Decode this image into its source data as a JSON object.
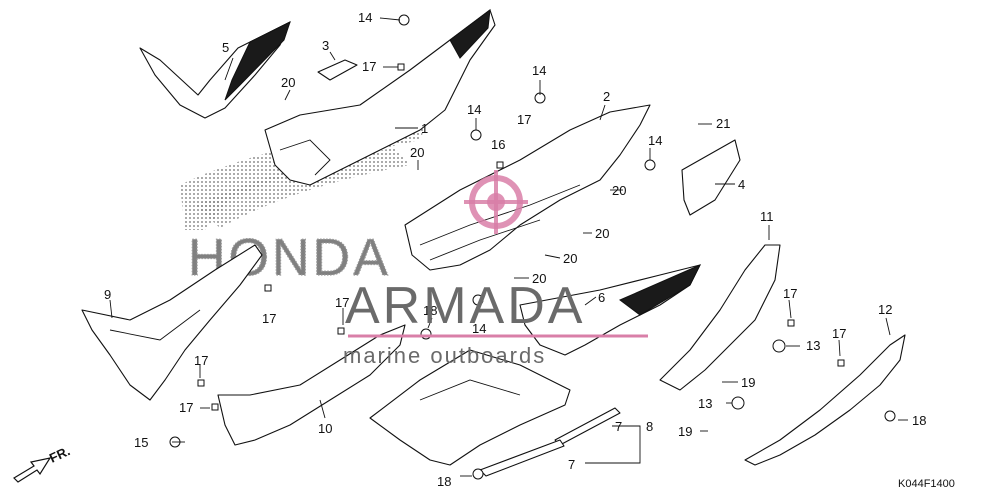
{
  "callouts": [
    {
      "id": "c1",
      "label": "1"
    },
    {
      "id": "c2",
      "label": "2"
    },
    {
      "id": "c3",
      "label": "3"
    },
    {
      "id": "c4",
      "label": "4"
    },
    {
      "id": "c5",
      "label": "5"
    },
    {
      "id": "c6",
      "label": "6"
    },
    {
      "id": "c7a",
      "label": "7"
    },
    {
      "id": "c7b",
      "label": "7"
    },
    {
      "id": "c8",
      "label": "8"
    },
    {
      "id": "c9",
      "label": "9"
    },
    {
      "id": "c10",
      "label": "10"
    },
    {
      "id": "c11",
      "label": "11"
    },
    {
      "id": "c12",
      "label": "12"
    },
    {
      "id": "c13a",
      "label": "13"
    },
    {
      "id": "c13b",
      "label": "13"
    },
    {
      "id": "c14a",
      "label": "14"
    },
    {
      "id": "c14b",
      "label": "14"
    },
    {
      "id": "c14c",
      "label": "14"
    },
    {
      "id": "c14d",
      "label": "14"
    },
    {
      "id": "c14e",
      "label": "14"
    },
    {
      "id": "c15",
      "label": "15"
    },
    {
      "id": "c16",
      "label": "16"
    },
    {
      "id": "c17a",
      "label": "17"
    },
    {
      "id": "c17b",
      "label": "17"
    },
    {
      "id": "c17c",
      "label": "17"
    },
    {
      "id": "c17d",
      "label": "17"
    },
    {
      "id": "c17e",
      "label": "17"
    },
    {
      "id": "c17f",
      "label": "17"
    },
    {
      "id": "c17g",
      "label": "17"
    },
    {
      "id": "c17h",
      "label": "17"
    },
    {
      "id": "c18a",
      "label": "18"
    },
    {
      "id": "c18b",
      "label": "18"
    },
    {
      "id": "c18c",
      "label": "18"
    },
    {
      "id": "c19a",
      "label": "19"
    },
    {
      "id": "c19b",
      "label": "19"
    },
    {
      "id": "c20a",
      "label": "20"
    },
    {
      "id": "c20b",
      "label": "20"
    },
    {
      "id": "c20c",
      "label": "20"
    },
    {
      "id": "c20d",
      "label": "20"
    },
    {
      "id": "c20e",
      "label": "20"
    },
    {
      "id": "c20f",
      "label": "20"
    },
    {
      "id": "c21",
      "label": "21"
    }
  ],
  "front_arrow_label": "FR.",
  "diagram_code": "K044F1400",
  "watermark": {
    "brand": "ARMADA",
    "tagline": "marine outboards",
    "background_brand": "HONDA",
    "color": "#d97fa8"
  }
}
